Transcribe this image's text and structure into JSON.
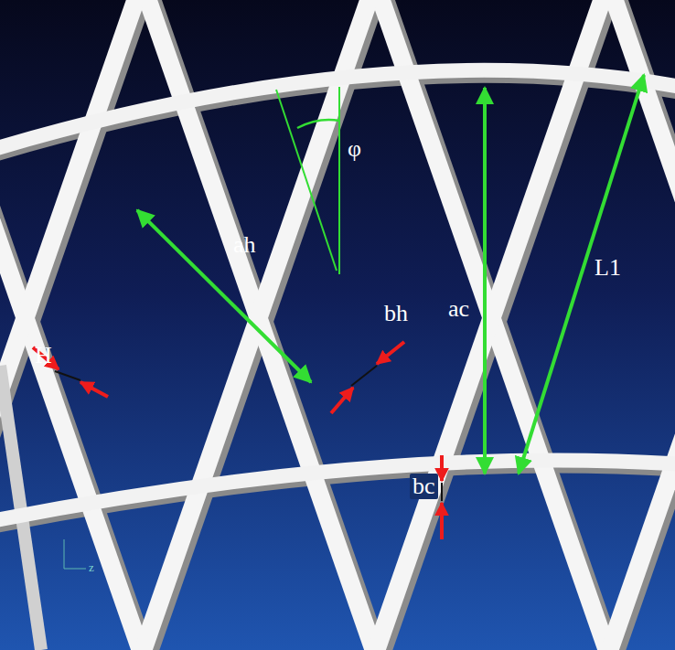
{
  "diagram": {
    "labels": [
      "φ",
      "ah",
      "bh",
      "ac",
      "bc",
      "L1",
      "H",
      "z"
    ]
  }
}
